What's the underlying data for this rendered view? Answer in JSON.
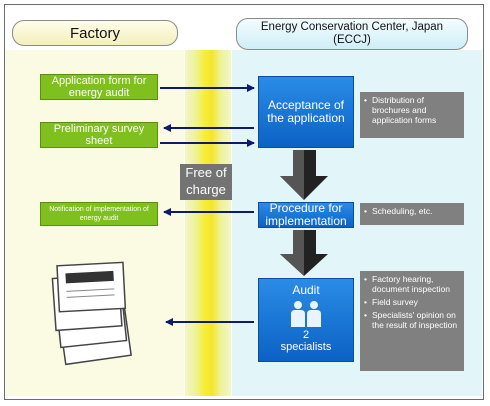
{
  "factory": {
    "header": "Factory",
    "items": [
      "Application form for energy audit",
      "Preliminary survey sheet",
      "Notification of implementation of energy audit"
    ],
    "document_icon": "report-documents-icon"
  },
  "eccj": {
    "header_line1": "Energy Conservation Center, Japan",
    "header_line2": "(ECCJ)",
    "steps": [
      {
        "label": "Acceptance of the application",
        "notes": [
          "Distribution of brochures and application forms"
        ]
      },
      {
        "label": "Procedure for implementation",
        "notes": [
          "Scheduling, etc."
        ]
      },
      {
        "label": "Audit",
        "sub": "2 specialists",
        "notes": [
          "Factory hearing, document inspection",
          "Field survey",
          "Specialists' opinion on the result of inspection"
        ]
      }
    ],
    "people_icon": "two-people-icon"
  },
  "free_of_charge": "Free of charge",
  "colors": {
    "green": "#7fbf1e",
    "blue": "#1170d4",
    "gray": "#808080",
    "stripe": "#f4e52a",
    "arrow": "#0d1b6e"
  }
}
